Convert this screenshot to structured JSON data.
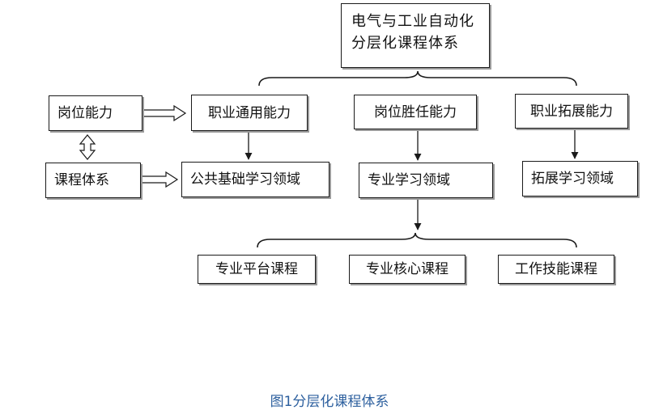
{
  "title": {
    "line1": "电气与工业自动化",
    "line2": "分层化课程体系"
  },
  "left": {
    "post_ability": "岗位能力",
    "course_system": "课程体系"
  },
  "abilities": {
    "vocational_general": "职业通用能力",
    "post_competency": "岗位胜任能力",
    "vocational_extension": "职业拓展能力"
  },
  "domains": {
    "public_foundation": "公共基础学习领域",
    "professional": "专业学习领域",
    "extension": "拓展学习领域"
  },
  "courses": {
    "platform": "专业平台课程",
    "core": "专业核心课程",
    "work_skill": "工作技能课程"
  },
  "caption": "图1分层化课程体系",
  "colors": {
    "caption": "#2c5f9e",
    "line": "#1a1a1a",
    "shadow": "#9a9a9a"
  }
}
